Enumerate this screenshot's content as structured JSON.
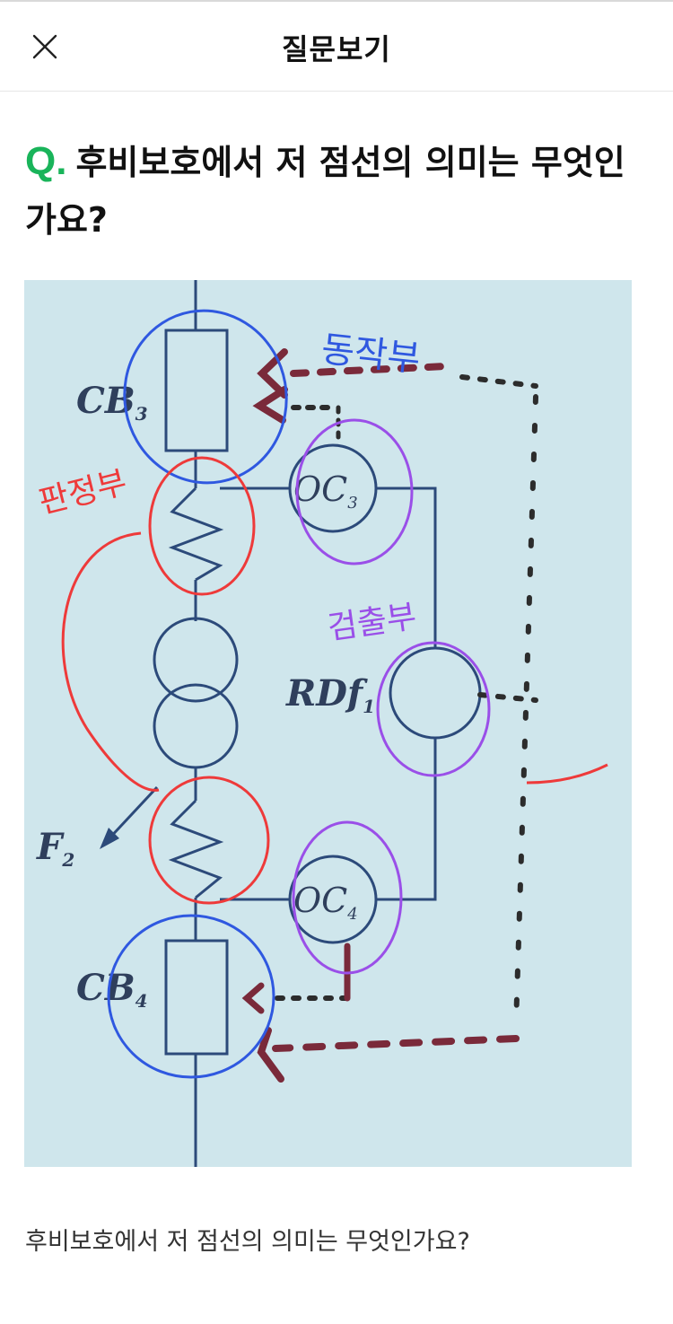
{
  "header": {
    "title": "질문보기",
    "close_icon": "close-icon"
  },
  "question": {
    "marker": "Q.",
    "title": "후비보호에서 저 점선의 의미는 무엇인가요?",
    "marker_color": "#19b45a"
  },
  "attachment": {
    "labels": {
      "cb3_main": "CB",
      "cb3_sub": "3",
      "cb4_main": "CB",
      "cb4_sub": "4",
      "oc3_main": "OC",
      "oc3_sub": "3",
      "oc4_main": "OC",
      "oc4_sub": "4",
      "rdf": "RDf",
      "rdf_sub": "1",
      "f2_main": "F",
      "f2_sub": "2"
    },
    "annotations": {
      "blue_note": "동작부",
      "red_note": "판정부",
      "purple_note": "검출부"
    },
    "colors": {
      "background": "#cfe6ec",
      "line": "#2c4a7a",
      "blue_pen": "#2f58e0",
      "red_pen": "#ee3a3a",
      "purple_pen": "#9a4fe8",
      "dashed_pen": "#7a2a3a"
    }
  },
  "body": {
    "text": "후비보호에서 저 점선의 의미는 무엇인가요?"
  }
}
